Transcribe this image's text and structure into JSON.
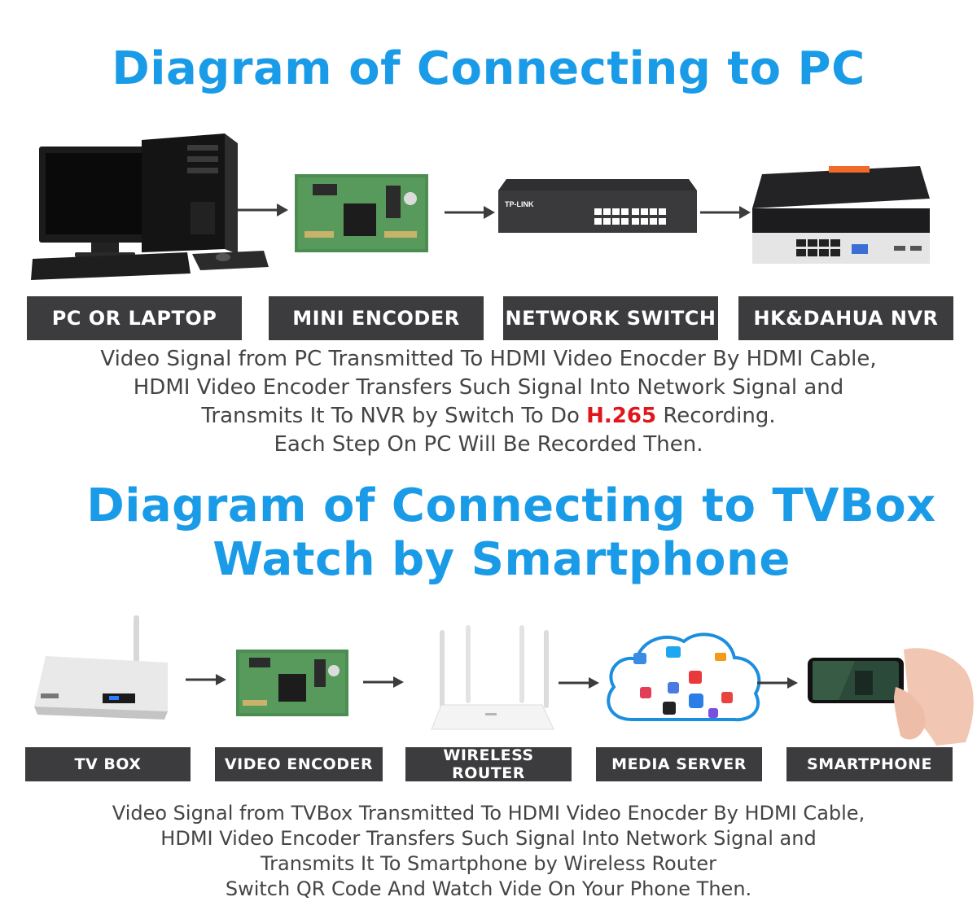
{
  "section1": {
    "title": "Diagram of Connecting to PC",
    "labels": [
      "PC OR LAPTOP",
      "MINI ENCODER",
      "NETWORK SWITCH",
      "HK&DAHUA NVR"
    ],
    "description": {
      "line1": "Video Signal from PC Transmitted To HDMI Video Enocder By HDMI Cable,",
      "line2": "HDMI Video Encoder Transfers Such Signal Into Network Signal and",
      "line3_before": "Transmits It To NVR by Switch To Do ",
      "line3_highlight": "H.265",
      "line3_after": " Recording.",
      "line4": "Each Step On PC Will Be Recorded Then."
    },
    "switch_brand": "TP-LINK"
  },
  "section2": {
    "title_line1": "Diagram of Connecting to TVBox",
    "title_line2": "Watch by Smartphone",
    "labels": [
      "TV BOX",
      "VIDEO ENCODER",
      "WIRELESS ROUTER",
      "MEDIA SERVER",
      "SMARTPHONE"
    ],
    "description": {
      "line1": "Video Signal from TVBox Transmitted To HDMI Video Enocder By HDMI Cable,",
      "line2": "HDMI Video Encoder Transfers Such Signal Into Network Signal and",
      "line3": "Transmits It To Smartphone by Wireless Router",
      "line4": "Switch QR Code And Watch Vide On Your Phone Then."
    }
  },
  "colors": {
    "title": "#1a9be8",
    "label_bg": "#3c3c3e",
    "highlight": "#e0161c",
    "body_text": "#444444"
  }
}
